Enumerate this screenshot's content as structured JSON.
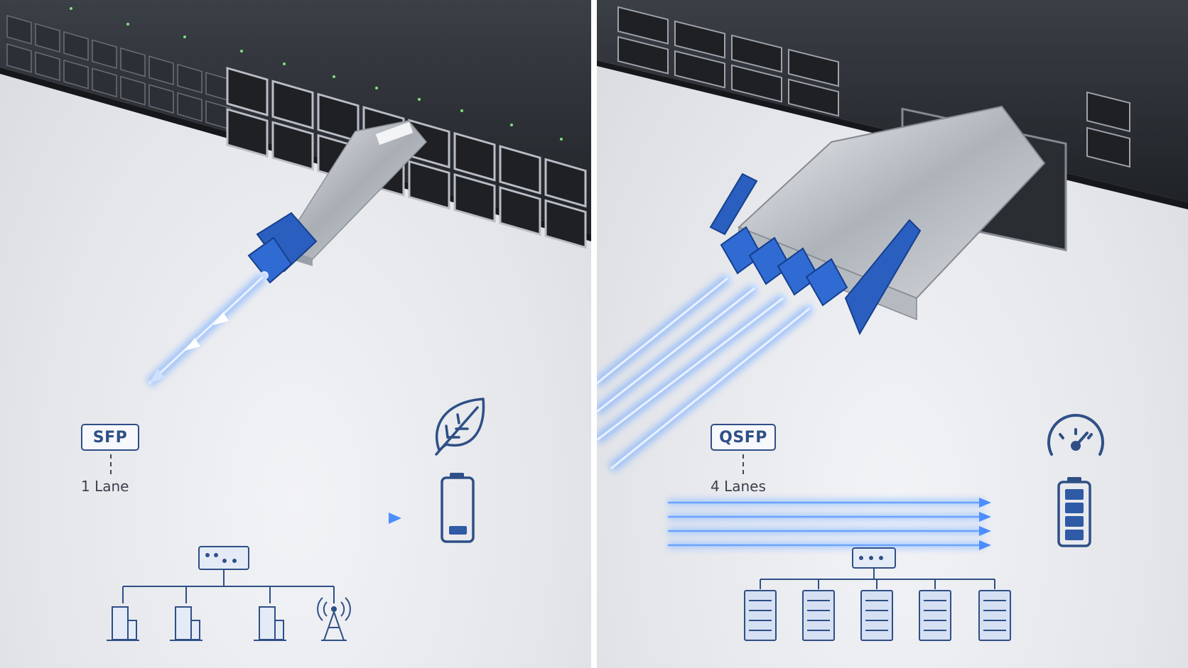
{
  "left": {
    "badge": "SFP",
    "lanes": "1 Lane",
    "icons": {
      "efficiency": "leaf-icon",
      "power": "battery-low-icon",
      "switch": "switch-icon",
      "endpoints": [
        "building-icon",
        "building-icon",
        "building-icon",
        "antenna-tower-icon"
      ]
    },
    "battery_level": 0.2
  },
  "right": {
    "badge": "QSFP",
    "lanes": "4 Lanes",
    "icons": {
      "speed": "speedometer-icon",
      "power": "battery-full-icon",
      "switch": "switch-icon",
      "endpoints": [
        "server-rack-icon",
        "server-rack-icon",
        "server-rack-icon",
        "server-rack-icon",
        "server-rack-icon"
      ]
    },
    "battery_level": 1.0
  },
  "colors": {
    "accent": "#2f4f86",
    "beam": "#4a8dff",
    "switch_body": "#2b2e33",
    "connector": "#2a5fc0"
  }
}
